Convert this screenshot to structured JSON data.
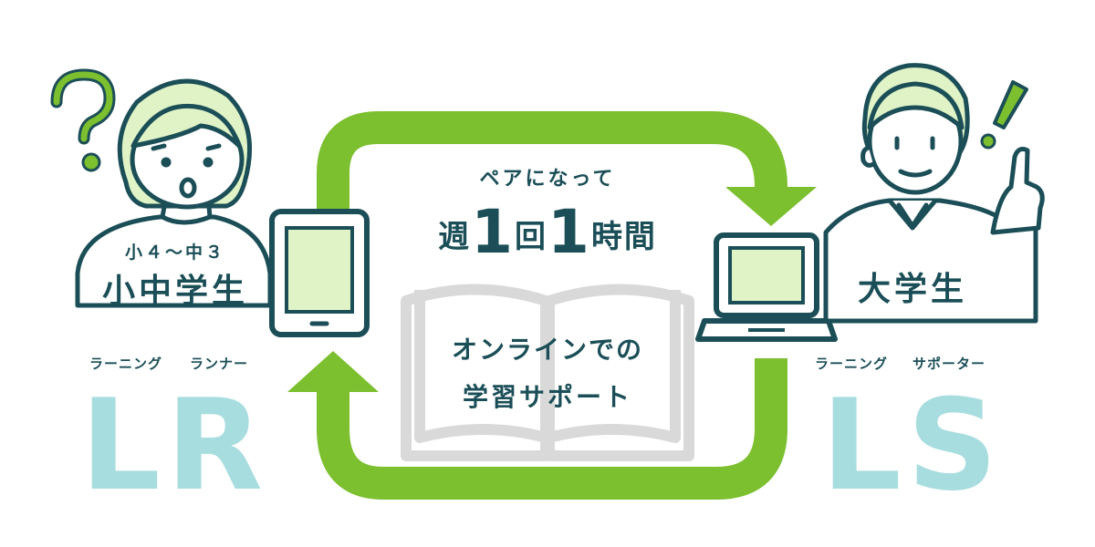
{
  "left": {
    "grade_label": "小４〜中３",
    "role_label": "小中学生",
    "ruby_left": "ラーニング",
    "ruby_right": "ランナー",
    "abbr": "LR"
  },
  "right": {
    "role_label": "大学生",
    "ruby_left": "ラーニング",
    "ruby_right": "サポーター",
    "abbr": "LS"
  },
  "center": {
    "pair_label": "ペアになって",
    "freq_part1": "週",
    "freq_num1": "1",
    "freq_part2": "回",
    "freq_num2": "1",
    "freq_part3": "時間",
    "book_line1": "オンラインでの",
    "book_line2": "学習サポート"
  },
  "colors": {
    "arrow_green": "#7cbf2f",
    "dark_teal": "#1b4e57",
    "light_green": "#dff3c6",
    "light_blue": "#a8dde0",
    "book_gray": "#d9d9d9"
  }
}
